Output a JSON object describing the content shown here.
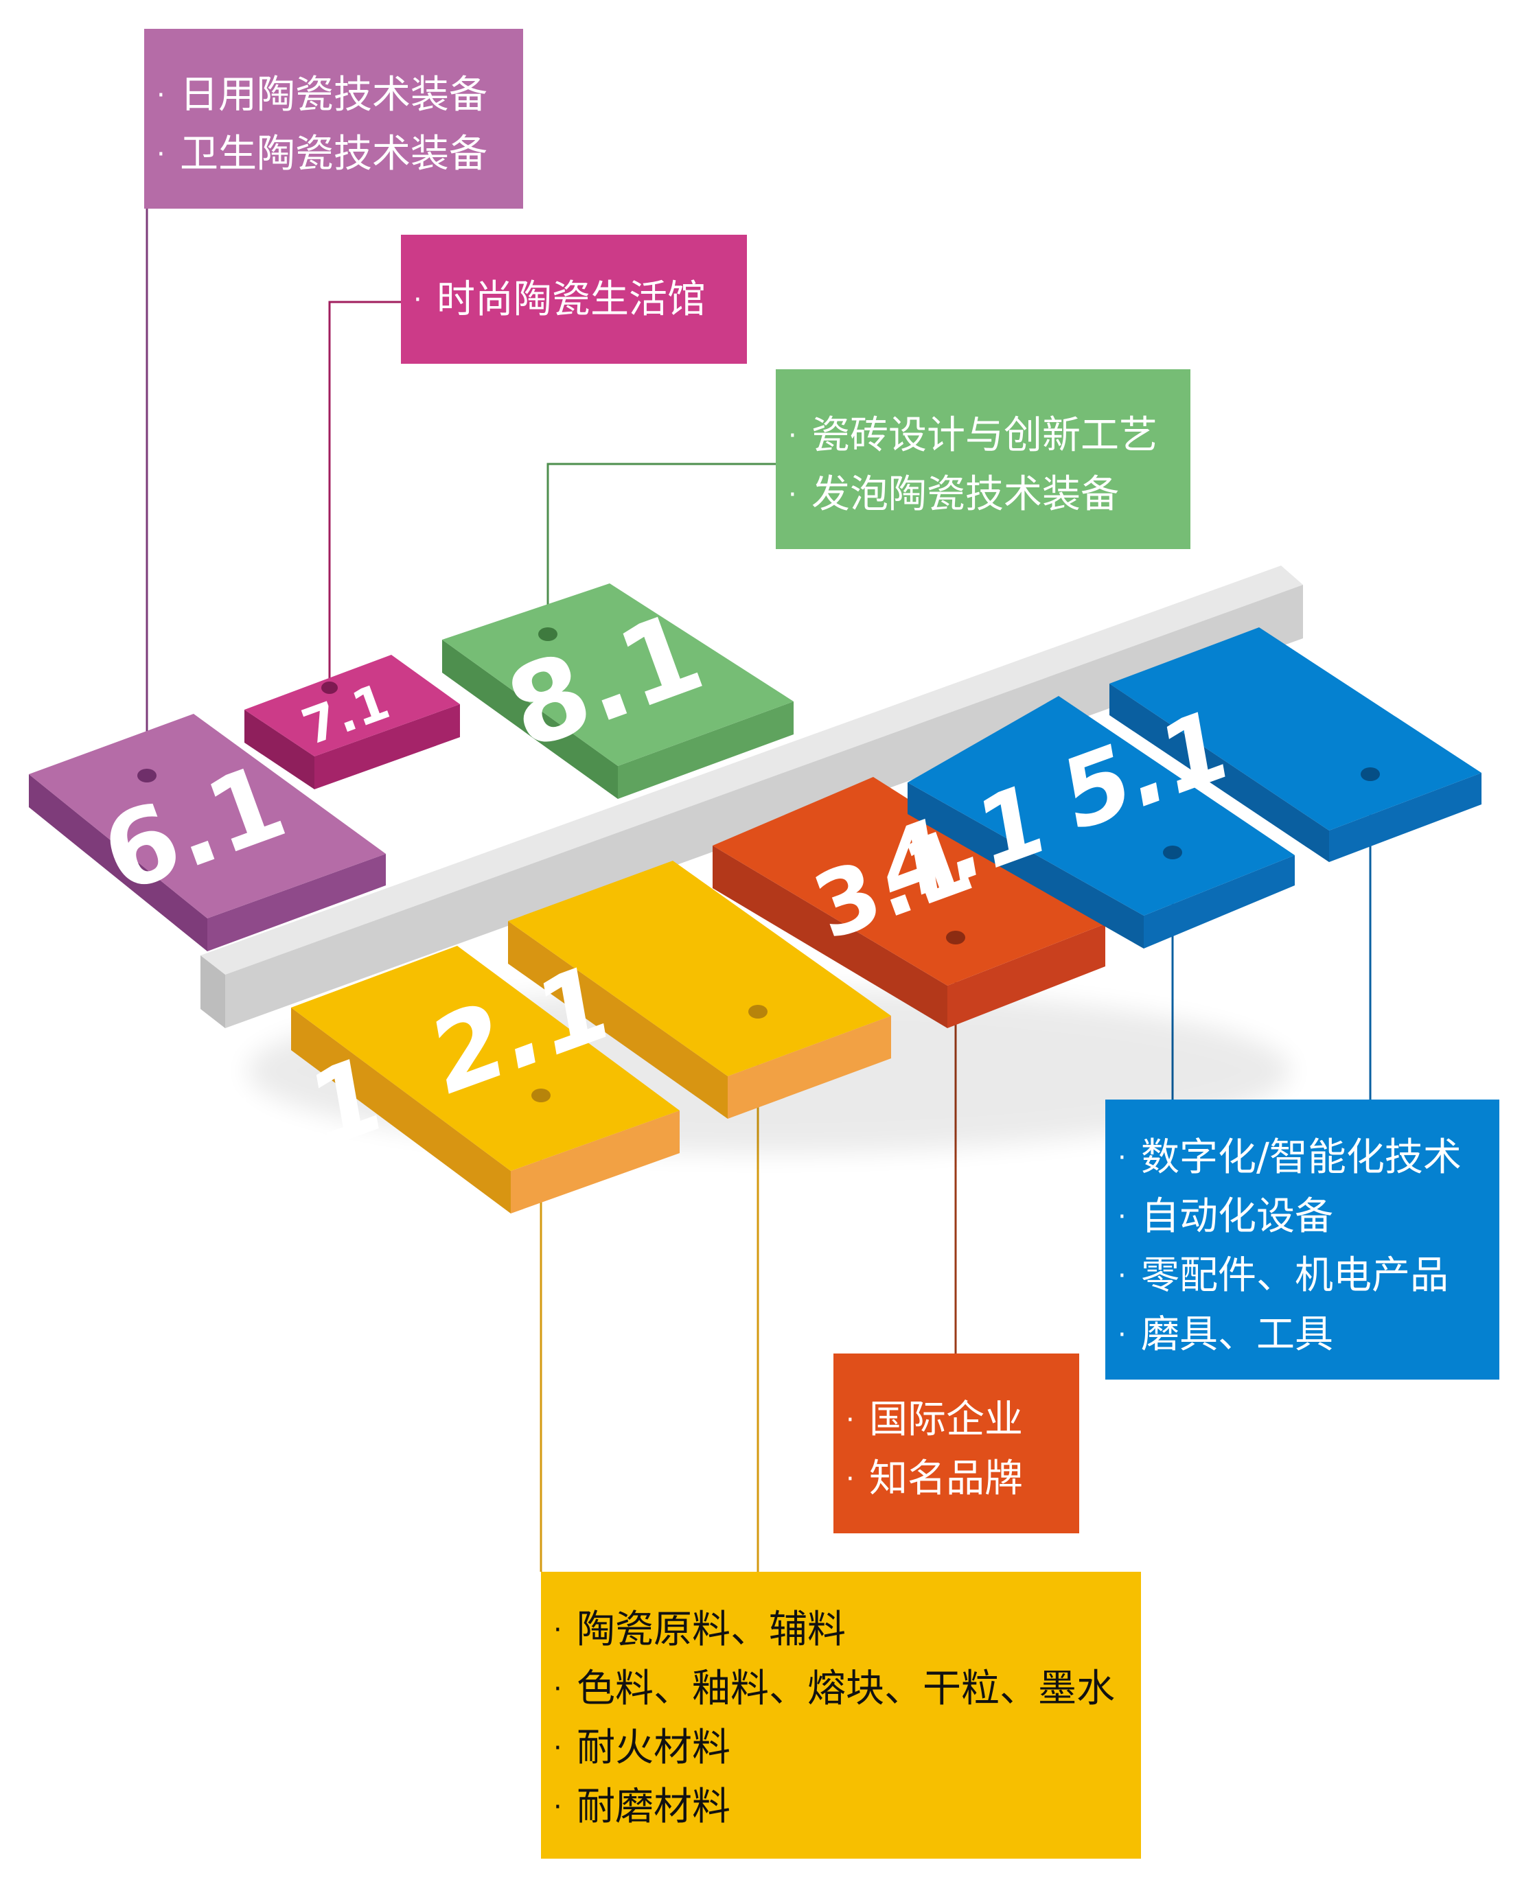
{
  "colors": {
    "purple": "#b56ca7",
    "magenta": "#cc3b88",
    "green": "#76bd75",
    "blue": "#0581d0",
    "orange": "#e04f1a",
    "yellow": "#f7bf00",
    "bar": "#d9d9d9"
  },
  "halls": [
    {
      "id": "6.1",
      "label": "6.1",
      "color": "#b56ca7"
    },
    {
      "id": "7.1",
      "label": "7.1",
      "color": "#cc3b88"
    },
    {
      "id": "8.1",
      "label": "8.1",
      "color": "#76bd75"
    },
    {
      "id": "1.1",
      "label": "1.1",
      "color": "#f7bf00"
    },
    {
      "id": "2.1",
      "label": "2.1",
      "color": "#f7bf00"
    },
    {
      "id": "3.1",
      "label": "3.1",
      "color": "#e04f1a"
    },
    {
      "id": "4.1",
      "label": "4.1",
      "color": "#0581d0"
    },
    {
      "id": "5.1",
      "label": "5.1",
      "color": "#0581d0"
    }
  ],
  "boxes": {
    "hall_6_1": {
      "items": [
        "日用陶瓷技术装备",
        "卫生陶瓷技术装备"
      ]
    },
    "hall_7_1": {
      "items": [
        "时尚陶瓷生活馆"
      ]
    },
    "hall_8_1": {
      "items": [
        "瓷砖设计与创新工艺",
        "发泡陶瓷技术装备"
      ]
    },
    "hall_4_5": {
      "items": [
        "数字化/智能化技术",
        "自动化设备",
        "零配件、机电产品",
        "磨具、工具"
      ]
    },
    "hall_3_1": {
      "items": [
        "国际企业",
        "知名品牌"
      ]
    },
    "hall_1_2": {
      "items": [
        "陶瓷原料、辅料",
        "色料、釉料、熔块、干粒、墨水",
        "耐火材料",
        "耐磨材料"
      ]
    }
  },
  "bullet": "·"
}
